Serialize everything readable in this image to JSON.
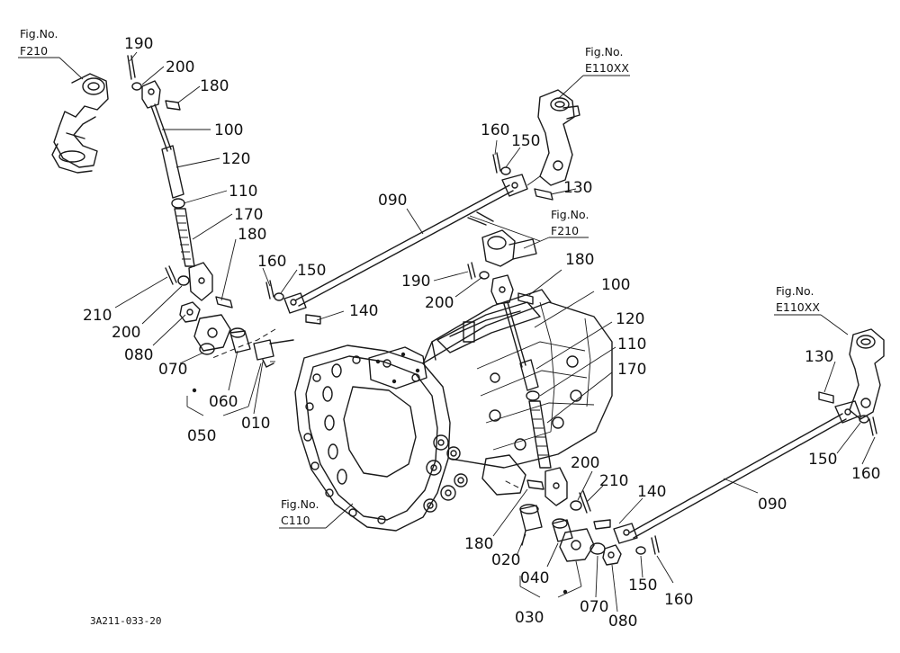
{
  "drawing_code": "3A211-033-20",
  "fig_refs": {
    "f210_left": {
      "prefix": "Fig.No.",
      "code": "F210"
    },
    "e110xx_top": {
      "prefix": "Fig.No.",
      "code": "E110XX"
    },
    "f210_mid": {
      "prefix": "Fig.No.",
      "code": "F210"
    },
    "e110xx_right": {
      "prefix": "Fig.No.",
      "code": "E110XX"
    },
    "c110": {
      "prefix": "Fig.No.",
      "code": "C110"
    }
  },
  "callouts": {
    "l190": "190",
    "l200a": "200",
    "l180a": "180",
    "l100a": "100",
    "l120a": "120",
    "l110a": "110",
    "l170a": "170",
    "l180b": "180",
    "l160a": "160",
    "l150a": "150",
    "l140a": "140",
    "l210a": "210",
    "l200b": "200",
    "l080a": "080",
    "l070a": "070",
    "l060": "060",
    "l010": "010",
    "l050": "050",
    "l090a": "090",
    "l160b": "160",
    "l150b": "150",
    "l130a": "130",
    "l190b": "190",
    "l200c": "200",
    "l180c": "180",
    "l100b": "100",
    "l120b": "120",
    "l110b": "110",
    "l170b": "170",
    "l130b": "130",
    "l150c": "150",
    "l160c": "160",
    "l090b": "090",
    "l200d": "200",
    "l210b": "210",
    "l140b": "140",
    "l180d": "180",
    "l020": "020",
    "l040": "040",
    "l070b": "070",
    "l080b": "080",
    "l150d": "150",
    "l160d": "160",
    "l030": "030"
  }
}
